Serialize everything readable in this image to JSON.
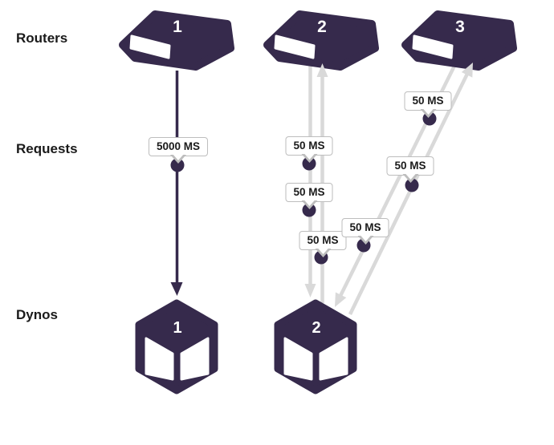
{
  "row_labels": {
    "routers": "Routers",
    "requests": "Requests",
    "dynos": "Dynos"
  },
  "routers": [
    {
      "number": "1"
    },
    {
      "number": "2"
    },
    {
      "number": "3"
    }
  ],
  "dynos": [
    {
      "number": "1"
    },
    {
      "number": "2"
    }
  ],
  "badges": [
    {
      "label": "5000 MS"
    },
    {
      "label": "50 MS"
    },
    {
      "label": "50 MS"
    },
    {
      "label": "50 MS"
    },
    {
      "label": "50 MS"
    },
    {
      "label": "50 MS"
    },
    {
      "label": "50 MS"
    }
  ],
  "flows": [
    {
      "id": "router1-to-dyno1",
      "style": "solid-purple-arrow",
      "latencies": [
        "5000 MS"
      ]
    },
    {
      "id": "router2-to-dyno2",
      "style": "gray-arrow",
      "latencies": [
        "50 MS",
        "50 MS"
      ]
    },
    {
      "id": "dyno2-to-router2",
      "style": "gray-arrow",
      "latencies": [
        "50 MS"
      ]
    },
    {
      "id": "router3-to-dyno2",
      "style": "gray-arrow",
      "latencies": [
        "50 MS",
        "50 MS"
      ]
    },
    {
      "id": "dyno2-to-router3",
      "style": "gray-arrow",
      "latencies": [
        "50 MS"
      ]
    }
  ],
  "colors": {
    "purple": "#362a4c",
    "line_gray": "#d9d9d9",
    "badge_border": "#bdbdbd",
    "badge_bg": "#ffffff",
    "text": "#1a1a1a",
    "icon_number": "#ffffff"
  }
}
